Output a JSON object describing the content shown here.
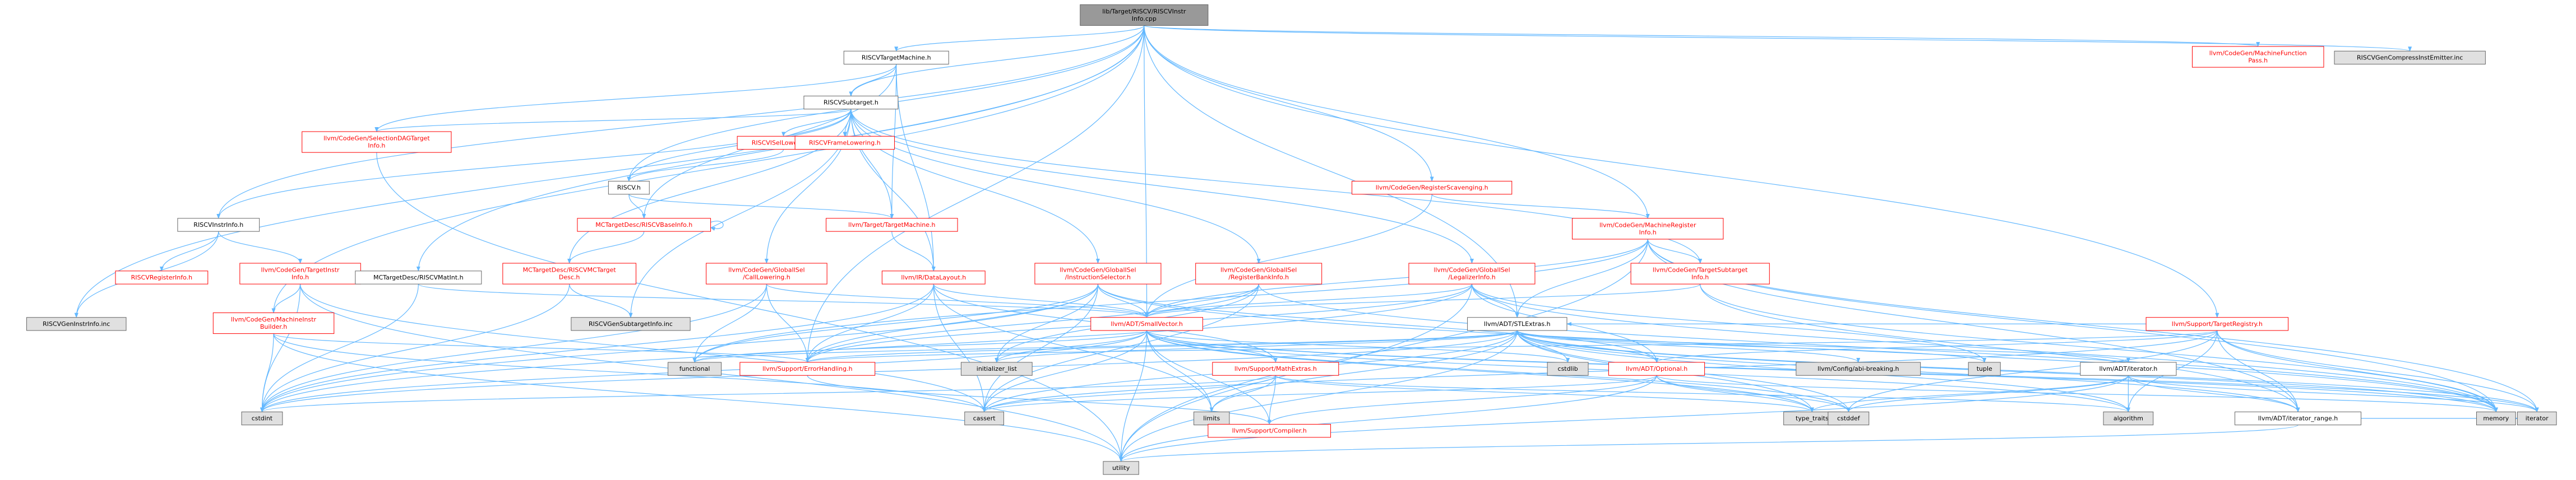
{
  "colors": {
    "edge": "#63b8ff",
    "edge_alt": "#6b9fd0",
    "node_border_default": "#666666",
    "node_border_red": "#ff0000",
    "node_fill_root": "#999999",
    "node_fill_gray": "#e0e0e0",
    "node_fill_white": "#ffffff",
    "text_red": "#ff0000",
    "text_black": "#000000"
  },
  "nodes": [
    {
      "id": "root",
      "lines": [
        "lib/Target/RISCV/RISCVInstr",
        "Info.cpp"
      ],
      "style": "root"
    },
    {
      "id": "riscvtm",
      "lines": [
        "RISCVTargetMachine.h"
      ],
      "style": "white"
    },
    {
      "id": "riscvsub",
      "lines": [
        "RISCVSubtarget.h"
      ],
      "style": "white"
    },
    {
      "id": "mcfp",
      "lines": [
        "llvm/CodeGen/MachineFunction",
        "Pass.h"
      ],
      "style": "red"
    },
    {
      "id": "compressinc",
      "lines": [
        "RISCVGenCompressInstEmitter.inc"
      ],
      "style": "gray"
    },
    {
      "id": "seldag",
      "lines": [
        "llvm/CodeGen/SelectionDAGTarget",
        "Info.h"
      ],
      "style": "red"
    },
    {
      "id": "isellow",
      "lines": [
        "RISCVISelLowering.h"
      ],
      "style": "red"
    },
    {
      "id": "framelow",
      "lines": [
        "RISCVFrameLowering.h"
      ],
      "style": "red"
    },
    {
      "id": "regscav",
      "lines": [
        "llvm/CodeGen/RegisterScavenging.h"
      ],
      "style": "red"
    },
    {
      "id": "riscvh",
      "lines": [
        "RISCV.h"
      ],
      "style": "white"
    },
    {
      "id": "mcbase",
      "lines": [
        "MCTargetDesc/RISCVBaseInfo.h"
      ],
      "style": "red"
    },
    {
      "id": "tgtmach",
      "lines": [
        "llvm/Target/TargetMachine.h"
      ],
      "style": "red"
    },
    {
      "id": "machreg",
      "lines": [
        "llvm/CodeGen/MachineRegister",
        "Info.h"
      ],
      "style": "red"
    },
    {
      "id": "instrinfo",
      "lines": [
        "RISCVInstrInfo.h"
      ],
      "style": "white"
    },
    {
      "id": "reginfo",
      "lines": [
        "RISCVRegisterInfo.h"
      ],
      "style": "red"
    },
    {
      "id": "tgtinstr",
      "lines": [
        "llvm/CodeGen/TargetInstr",
        "Info.h"
      ],
      "style": "red"
    },
    {
      "id": "matint",
      "lines": [
        "MCTargetDesc/RISCVMatInt.h"
      ],
      "style": "white"
    },
    {
      "id": "mcriscvmctarget",
      "lines": [
        "MCTargetDesc/RISCVMCTarget",
        "Desc.h"
      ],
      "style": "red"
    },
    {
      "id": "datalayout",
      "lines": [
        "llvm/IR/DataLayout.h"
      ],
      "style": "red"
    },
    {
      "id": "calllow",
      "lines": [
        "llvm/CodeGen/GlobalISel",
        "/CallLowering.h"
      ],
      "style": "red"
    },
    {
      "id": "instsel",
      "lines": [
        "llvm/CodeGen/GlobalISel",
        "/InstructionSelector.h"
      ],
      "style": "red"
    },
    {
      "id": "regbank",
      "lines": [
        "llvm/CodeGen/GlobalISel",
        "/RegisterBankInfo.h"
      ],
      "style": "red"
    },
    {
      "id": "legalizer",
      "lines": [
        "llvm/CodeGen/GlobalISel",
        "/LegalizerInfo.h"
      ],
      "style": "red"
    },
    {
      "id": "tgtsub",
      "lines": [
        "llvm/CodeGen/TargetSubtarget",
        "Info.h"
      ],
      "style": "red"
    },
    {
      "id": "tgtreg",
      "lines": [
        "llvm/Support/TargetRegistry.h"
      ],
      "style": "red"
    },
    {
      "id": "geninstrinc",
      "lines": [
        "RISCVGenInstrInfo.inc"
      ],
      "style": "gray"
    },
    {
      "id": "mib",
      "lines": [
        "llvm/CodeGen/MachineInstr",
        "Builder.h"
      ],
      "style": "red"
    },
    {
      "id": "gensubinc",
      "lines": [
        "RISCVGenSubtargetInfo.inc"
      ],
      "style": "gray"
    },
    {
      "id": "smallvec",
      "lines": [
        "llvm/ADT/SmallVector.h"
      ],
      "style": "red"
    },
    {
      "id": "stlextras",
      "lines": [
        "llvm/ADT/STLExtras.h"
      ],
      "style": "white"
    },
    {
      "id": "functional",
      "lines": [
        "functional"
      ],
      "style": "gray"
    },
    {
      "id": "errh",
      "lines": [
        "llvm/Support/ErrorHandling.h"
      ],
      "style": "red"
    },
    {
      "id": "initlist",
      "lines": [
        "initializer_list"
      ],
      "style": "gray"
    },
    {
      "id": "mathextras",
      "lines": [
        "llvm/Support/MathExtras.h"
      ],
      "style": "red"
    },
    {
      "id": "cstdlib",
      "lines": [
        "cstdlib"
      ],
      "style": "gray"
    },
    {
      "id": "optional",
      "lines": [
        "llvm/ADT/Optional.h"
      ],
      "style": "red"
    },
    {
      "id": "cfgabi",
      "lines": [
        "llvm/Config/abi-breaking.h"
      ],
      "style": "gray"
    },
    {
      "id": "tuple",
      "lines": [
        "tuple"
      ],
      "style": "gray"
    },
    {
      "id": "iterh",
      "lines": [
        "llvm/ADT/iterator.h"
      ],
      "style": "white"
    },
    {
      "id": "cstdint",
      "lines": [
        "cstdint"
      ],
      "style": "gray"
    },
    {
      "id": "cassert",
      "lines": [
        "cassert"
      ],
      "style": "gray"
    },
    {
      "id": "limits",
      "lines": [
        "limits"
      ],
      "style": "gray"
    },
    {
      "id": "compiler",
      "lines": [
        "llvm/Support/Compiler.h"
      ],
      "style": "red"
    },
    {
      "id": "typetraits",
      "lines": [
        "type_traits"
      ],
      "style": "gray"
    },
    {
      "id": "cstddef",
      "lines": [
        "cstddef"
      ],
      "style": "gray"
    },
    {
      "id": "algorithm",
      "lines": [
        "algorithm"
      ],
      "style": "gray"
    },
    {
      "id": "iterrange",
      "lines": [
        "llvm/ADT/iterator_range.h"
      ],
      "style": "white"
    },
    {
      "id": "memory",
      "lines": [
        "memory"
      ],
      "style": "gray"
    },
    {
      "id": "iterator",
      "lines": [
        "iterator"
      ],
      "style": "gray"
    },
    {
      "id": "utility",
      "lines": [
        "utility"
      ],
      "style": "gray"
    }
  ],
  "edges": [
    [
      "root",
      "riscvtm"
    ],
    [
      "root",
      "riscvsub"
    ],
    [
      "root",
      "mcfp"
    ],
    [
      "root",
      "compressinc"
    ],
    [
      "root",
      "instrinfo"
    ],
    [
      "root",
      "matint"
    ],
    [
      "root",
      "regscav"
    ],
    [
      "root",
      "machreg"
    ],
    [
      "root",
      "riscvh"
    ],
    [
      "root",
      "geninstrinc"
    ],
    [
      "root",
      "tgtreg"
    ],
    [
      "root",
      "errh"
    ],
    [
      "root",
      "mib"
    ],
    [
      "root",
      "stlextras"
    ],
    [
      "root",
      "smallvec"
    ],
    [
      "riscvtm",
      "riscvsub"
    ],
    [
      "riscvtm",
      "mcbase"
    ],
    [
      "riscvtm",
      "tgtmach"
    ],
    [
      "riscvtm",
      "datalayout"
    ],
    [
      "riscvtm",
      "seldag"
    ],
    [
      "riscvsub",
      "seldag"
    ],
    [
      "riscvsub",
      "isellow"
    ],
    [
      "riscvsub",
      "framelow"
    ],
    [
      "riscvsub",
      "riscvh"
    ],
    [
      "riscvsub",
      "instrinfo"
    ],
    [
      "riscvsub",
      "calllow"
    ],
    [
      "riscvsub",
      "instsel"
    ],
    [
      "riscvsub",
      "regbank"
    ],
    [
      "riscvsub",
      "legalizer"
    ],
    [
      "riscvsub",
      "tgtsub"
    ],
    [
      "riscvsub",
      "datalayout"
    ],
    [
      "riscvsub",
      "tgtmach"
    ],
    [
      "riscvsub",
      "gensubinc"
    ],
    [
      "riscvsub",
      "mcriscvmctarget"
    ],
    [
      "seldag",
      "utility"
    ],
    [
      "isellow",
      "riscvh"
    ],
    [
      "riscvh",
      "mcbase"
    ],
    [
      "riscvh",
      "tgtmach"
    ],
    [
      "mcbase",
      "mcbase"
    ],
    [
      "mcbase",
      "mcriscvmctarget"
    ],
    [
      "tgtmach",
      "datalayout"
    ],
    [
      "regscav",
      "machreg"
    ],
    [
      "regscav",
      "smallvec"
    ],
    [
      "machreg",
      "tgtsub"
    ],
    [
      "machreg",
      "smallvec"
    ],
    [
      "machreg",
      "iterrange"
    ],
    [
      "machreg",
      "memory"
    ],
    [
      "machreg",
      "utility"
    ],
    [
      "machreg",
      "iterator"
    ],
    [
      "machreg",
      "functional"
    ],
    [
      "machreg",
      "stlextras"
    ],
    [
      "instrinfo",
      "reginfo"
    ],
    [
      "instrinfo",
      "tgtinstr"
    ],
    [
      "instrinfo",
      "geninstrinc"
    ],
    [
      "tgtinstr",
      "mib"
    ],
    [
      "tgtinstr",
      "utility"
    ],
    [
      "tgtinstr",
      "cstdint"
    ],
    [
      "tgtinstr",
      "cassert"
    ],
    [
      "matint",
      "smallvec"
    ],
    [
      "matint",
      "cstdint"
    ],
    [
      "mcriscvmctarget",
      "gensubinc"
    ],
    [
      "mcriscvmctarget",
      "cstdint"
    ],
    [
      "datalayout",
      "errh"
    ],
    [
      "datalayout",
      "mathextras"
    ],
    [
      "datalayout",
      "smallvec"
    ],
    [
      "datalayout",
      "cstdint"
    ],
    [
      "datalayout",
      "cassert"
    ],
    [
      "datalayout",
      "limits"
    ],
    [
      "calllow",
      "errh"
    ],
    [
      "calllow",
      "functional"
    ],
    [
      "calllow",
      "cstdint"
    ],
    [
      "calllow",
      "smallvec"
    ],
    [
      "instsel",
      "smallvec"
    ],
    [
      "instsel",
      "errh"
    ],
    [
      "instsel",
      "functional"
    ],
    [
      "instsel",
      "initlist"
    ],
    [
      "instsel",
      "cstdint"
    ],
    [
      "instsel",
      "optional"
    ],
    [
      "instsel",
      "memory"
    ],
    [
      "instsel",
      "cassert"
    ],
    [
      "regbank",
      "smallvec"
    ],
    [
      "regbank",
      "errh"
    ],
    [
      "regbank",
      "initlist"
    ],
    [
      "regbank",
      "cassert"
    ],
    [
      "regbank",
      "memory"
    ],
    [
      "legalizer",
      "smallvec"
    ],
    [
      "legalizer",
      "stlextras"
    ],
    [
      "legalizer",
      "optional"
    ],
    [
      "legalizer",
      "errh"
    ],
    [
      "legalizer",
      "cstdint"
    ],
    [
      "legalizer",
      "tuple"
    ],
    [
      "legalizer",
      "utility"
    ],
    [
      "legalizer",
      "memory"
    ],
    [
      "tgtsub",
      "smallvec"
    ],
    [
      "tgtsub",
      "memory"
    ],
    [
      "tgtsub",
      "iterrange"
    ],
    [
      "tgtreg",
      "stlextras"
    ],
    [
      "tgtreg",
      "optional"
    ],
    [
      "tgtreg",
      "iterrange"
    ],
    [
      "tgtreg",
      "errh"
    ],
    [
      "tgtreg",
      "algorithm"
    ],
    [
      "tgtreg",
      "cassert"
    ],
    [
      "tgtreg",
      "cstddef"
    ],
    [
      "tgtreg",
      "iterator"
    ],
    [
      "tgtreg",
      "memory"
    ],
    [
      "mib",
      "cstdint"
    ],
    [
      "mib",
      "cassert"
    ],
    [
      "mib",
      "utility"
    ],
    [
      "mib",
      "errh"
    ],
    [
      "smallvec",
      "compiler"
    ],
    [
      "smallvec",
      "mathextras"
    ],
    [
      "smallvec",
      "algorithm"
    ],
    [
      "smallvec",
      "cassert"
    ],
    [
      "smallvec",
      "cstddef"
    ],
    [
      "smallvec",
      "cstdlib"
    ],
    [
      "smallvec",
      "cstdint"
    ],
    [
      "smallvec",
      "functional"
    ],
    [
      "smallvec",
      "initlist"
    ],
    [
      "smallvec",
      "iterator"
    ],
    [
      "smallvec",
      "limits"
    ],
    [
      "smallvec",
      "memory"
    ],
    [
      "smallvec",
      "type_traits"
    ],
    [
      "smallvec",
      "typetraits"
    ],
    [
      "smallvec",
      "utility"
    ],
    [
      "stlextras",
      "optional"
    ],
    [
      "stlextras",
      "iterh"
    ],
    [
      "stlextras",
      "iterrange"
    ],
    [
      "stlextras",
      "errh"
    ],
    [
      "stlextras",
      "cfgabi"
    ],
    [
      "stlextras",
      "algorithm"
    ],
    [
      "stlextras",
      "cassert"
    ],
    [
      "stlextras",
      "cstddef"
    ],
    [
      "stlextras",
      "cstdint"
    ],
    [
      "stlextras",
      "cstdlib"
    ],
    [
      "stlextras",
      "functional"
    ],
    [
      "stlextras",
      "initlist"
    ],
    [
      "stlextras",
      "iterator"
    ],
    [
      "stlextras",
      "limits"
    ],
    [
      "stlextras",
      "memory"
    ],
    [
      "stlextras",
      "tuple"
    ],
    [
      "stlextras",
      "typetraits"
    ],
    [
      "stlextras",
      "utility"
    ],
    [
      "errh",
      "compiler"
    ],
    [
      "mathextras",
      "compiler"
    ],
    [
      "mathextras",
      "cassert"
    ],
    [
      "mathextras",
      "cstdint"
    ],
    [
      "mathextras",
      "limits"
    ],
    [
      "mathextras",
      "algorithm"
    ],
    [
      "mathextras",
      "typetraits"
    ],
    [
      "optional",
      "compiler"
    ],
    [
      "optional",
      "cassert"
    ],
    [
      "optional",
      "cstddef"
    ],
    [
      "optional",
      "typetraits"
    ],
    [
      "optional",
      "utility"
    ],
    [
      "optional",
      "memory"
    ],
    [
      "iterh",
      "iterrange"
    ],
    [
      "iterh",
      "cstddef"
    ],
    [
      "iterh",
      "iterator"
    ],
    [
      "iterh",
      "typetraits"
    ],
    [
      "iterh",
      "utility"
    ],
    [
      "iterh",
      "algorithm"
    ],
    [
      "iterrange",
      "utility"
    ],
    [
      "iterrange",
      "iterator"
    ]
  ]
}
